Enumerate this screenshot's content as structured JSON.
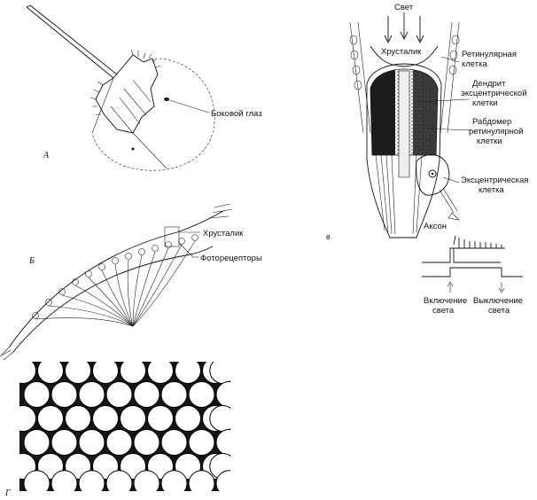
{
  "panels": {
    "a": "А",
    "b": "Б",
    "v": "в",
    "g": "Г"
  },
  "panel_a": {
    "lateral_eye": "Боковой глаз"
  },
  "panel_b": {
    "lens": "Хрусталик",
    "photoreceptors": "Фоторецепторы"
  },
  "panel_v": {
    "light": "Свет",
    "lens": "Хрусталик",
    "retinular_cell": [
      "Ретинулярная",
      "клетка"
    ],
    "dendrite": [
      "Дендрит",
      "эксцентрической",
      "клетки"
    ],
    "rhabdomere": [
      "Рабдомер",
      "ретинулярной",
      "клетки"
    ],
    "eccentric_cell": [
      "Эксцентрическая",
      "клетка"
    ],
    "axon": "Аксон",
    "light_on": [
      "Включение",
      "света"
    ],
    "light_off": [
      "Выключение",
      "света"
    ]
  }
}
